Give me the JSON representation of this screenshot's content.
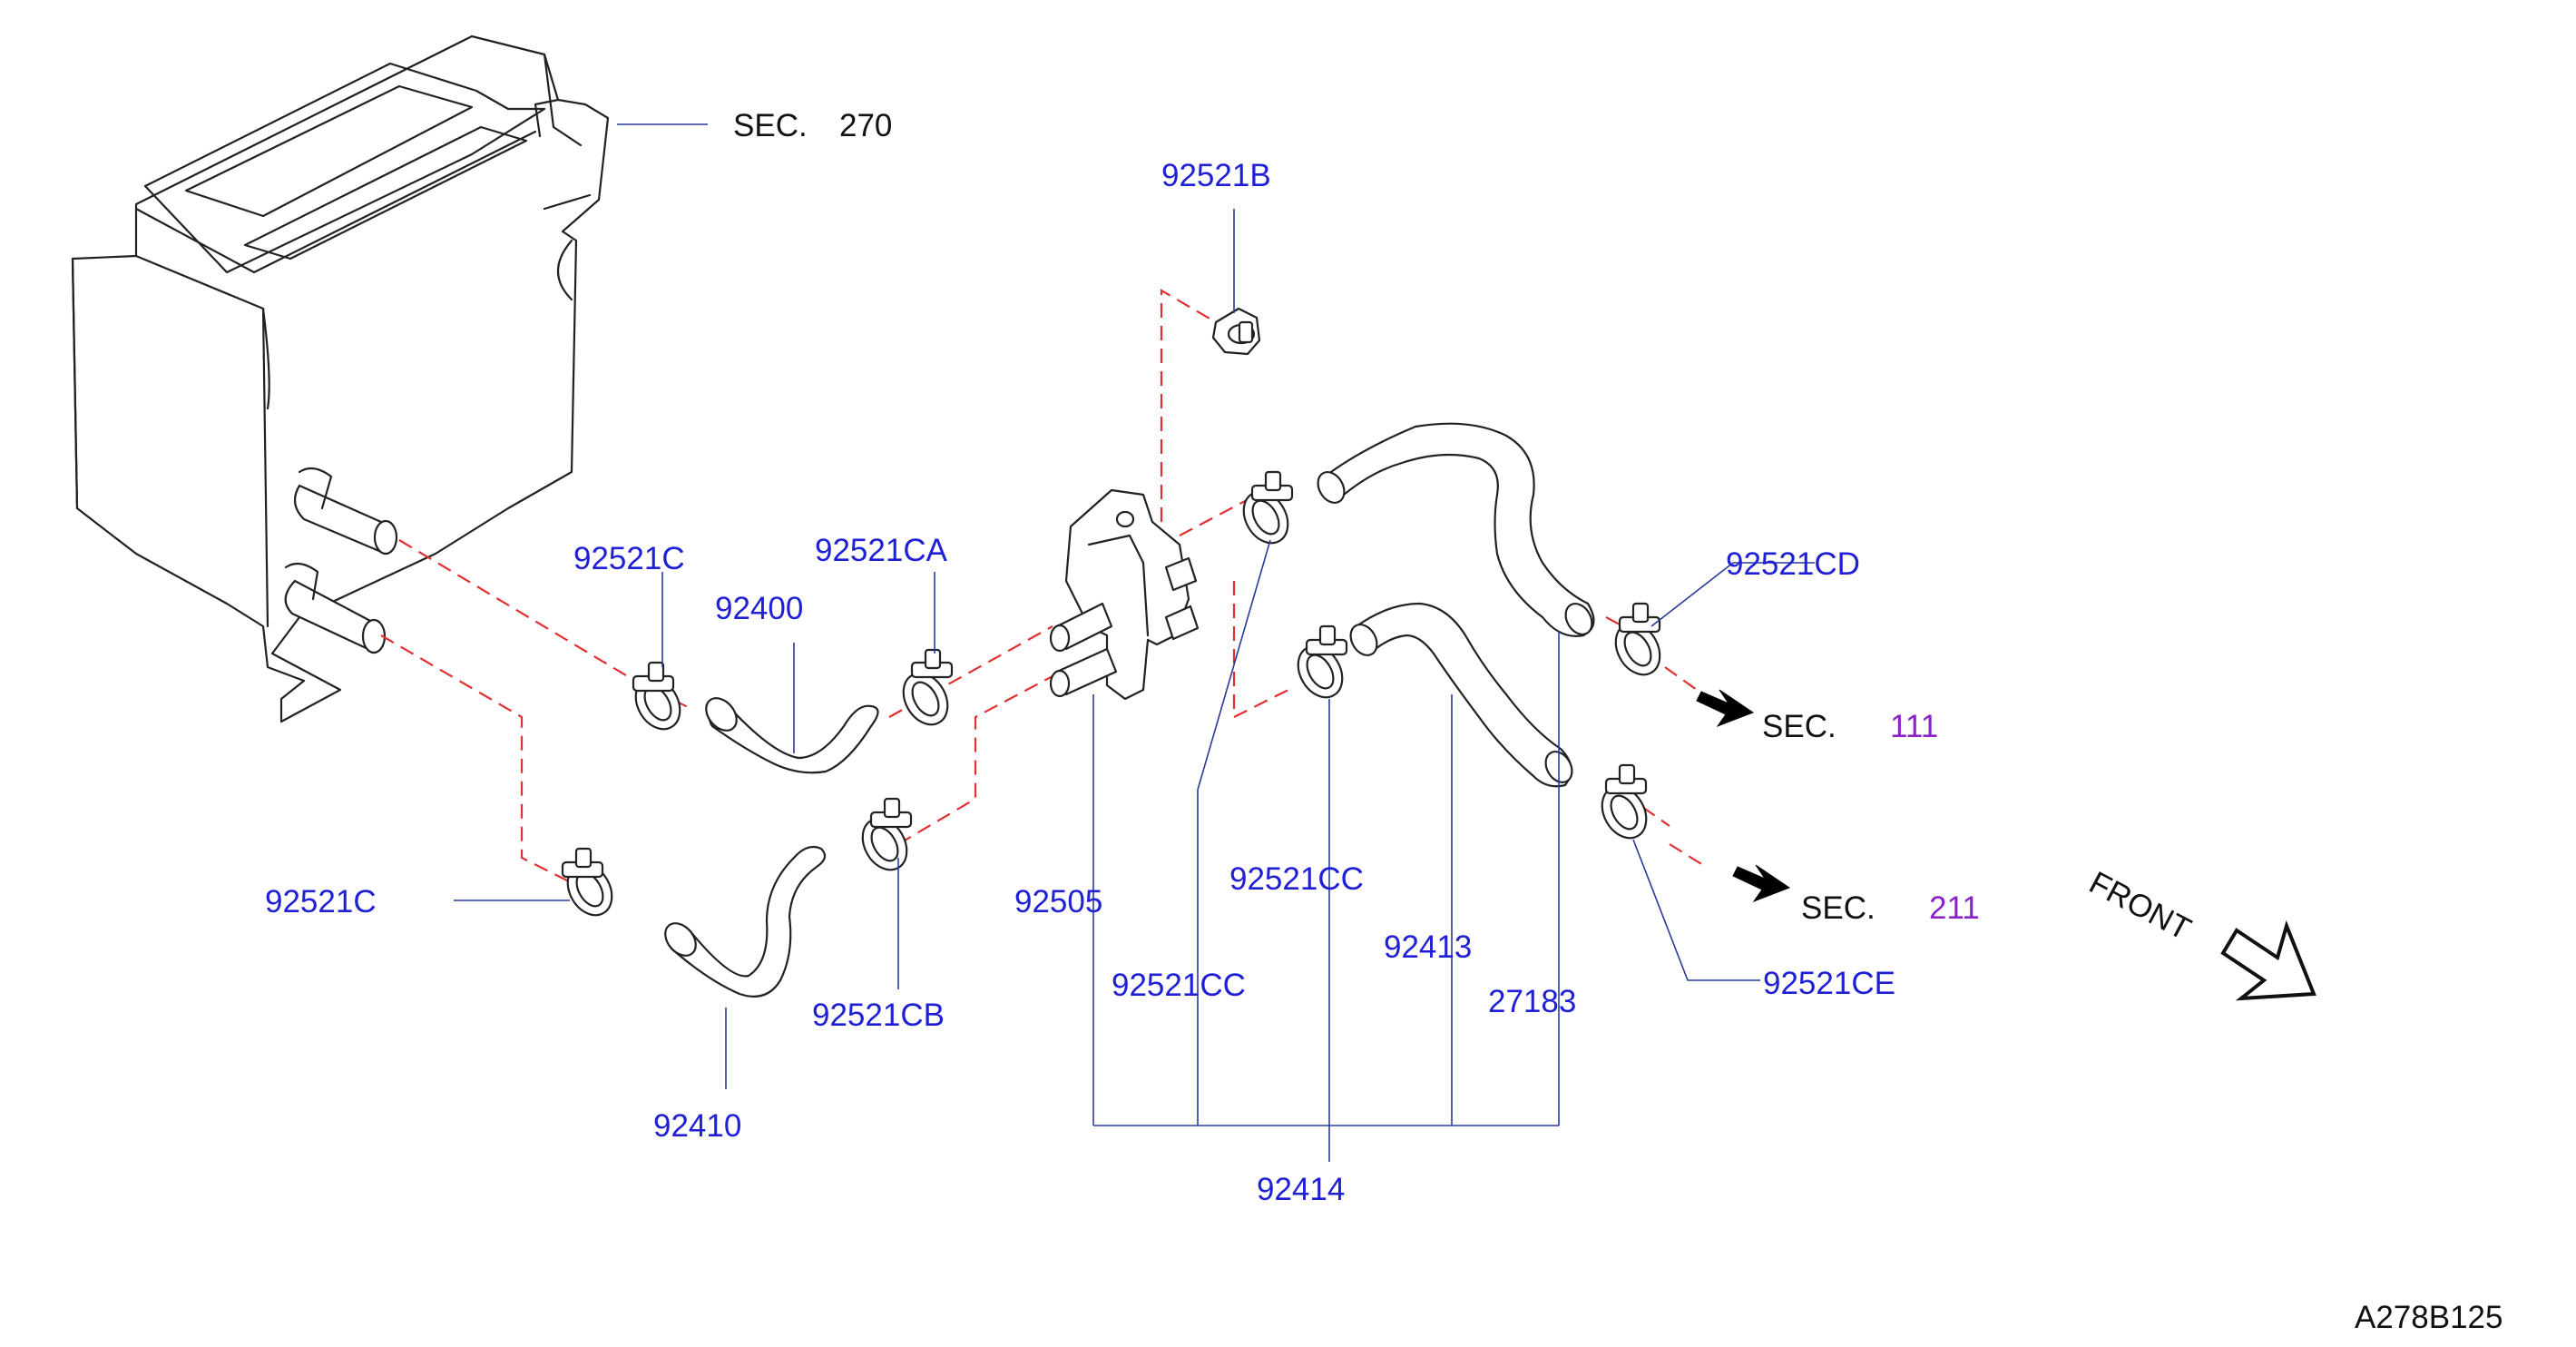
{
  "labels": {
    "sec_270_prefix": "SEC.",
    "sec_270_num": "270",
    "sec_111_prefix": "SEC.",
    "sec_111_num": "111",
    "sec_211_prefix": "SEC.",
    "sec_211_num": "211",
    "p92521B": "92521B",
    "p92521C_upper": "92521C",
    "p92521C_lower": "92521C",
    "p92521CA": "92521CA",
    "p92521CB": "92521CB",
    "p92521CC_mid": "92521CC",
    "p92521CC_low": "92521CC",
    "p92521CD": "92521CD",
    "p92521CE": "92521CE",
    "p92400": "92400",
    "p92410": "92410",
    "p92505": "92505",
    "p92413": "92413",
    "p92414": "92414",
    "p27183": "27183",
    "front": "FRONT",
    "figure_code": "A278B125"
  },
  "colors": {
    "part_number": "#1f1fd6",
    "section_number": "#8a22c8",
    "dashed_line": "#e03030",
    "leader_line": "#2a3a9a",
    "outline": "#222222"
  }
}
